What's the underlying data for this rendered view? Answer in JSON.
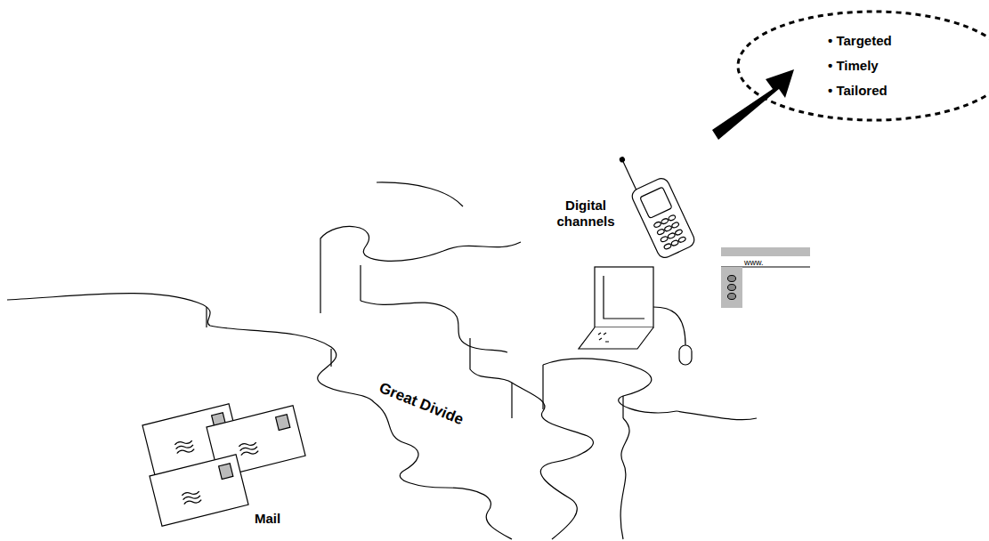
{
  "diagram": {
    "nodes": [
      {
        "text": [
          "• Targeted",
          "• Timely",
          "• Tailored"
        ]
      }
    ],
    "labels": [
      "Digital channels",
      "Great Divide",
      "Mail",
      "www."
    ]
  }
}
